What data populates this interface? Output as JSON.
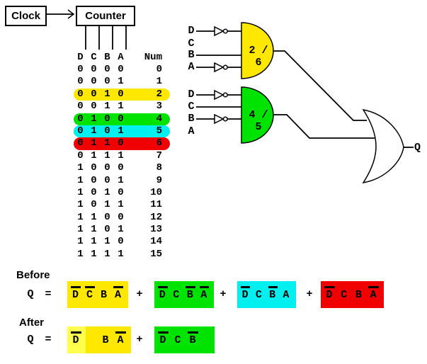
{
  "colors": {
    "yellow": "#FFE800",
    "yellow_light": "#FFFF4D",
    "green": "#00E300",
    "cyan": "#00F0F0",
    "red": "#F00000",
    "line": "#000000",
    "background": "#FFFFFF"
  },
  "clock_label": "Clock",
  "counter_label": "Counter",
  "truth_table": {
    "headers": [
      "D",
      "C",
      "B",
      "A",
      "Num"
    ],
    "rows": [
      {
        "bits": [
          "0",
          "0",
          "0",
          "0"
        ],
        "num": "0",
        "highlight": ""
      },
      {
        "bits": [
          "0",
          "0",
          "0",
          "1"
        ],
        "num": "1",
        "highlight": ""
      },
      {
        "bits": [
          "0",
          "0",
          "1",
          "0"
        ],
        "num": "2",
        "highlight": "yellow"
      },
      {
        "bits": [
          "0",
          "0",
          "1",
          "1"
        ],
        "num": "3",
        "highlight": ""
      },
      {
        "bits": [
          "0",
          "1",
          "0",
          "0"
        ],
        "num": "4",
        "highlight": "green"
      },
      {
        "bits": [
          "0",
          "1",
          "0",
          "1"
        ],
        "num": "5",
        "highlight": "cyan"
      },
      {
        "bits": [
          "0",
          "1",
          "1",
          "0"
        ],
        "num": "6",
        "highlight": "red"
      },
      {
        "bits": [
          "0",
          "1",
          "1",
          "1"
        ],
        "num": "7",
        "highlight": ""
      },
      {
        "bits": [
          "1",
          "0",
          "0",
          "0"
        ],
        "num": "8",
        "highlight": ""
      },
      {
        "bits": [
          "1",
          "0",
          "0",
          "1"
        ],
        "num": "9",
        "highlight": ""
      },
      {
        "bits": [
          "1",
          "0",
          "1",
          "0"
        ],
        "num": "10",
        "highlight": ""
      },
      {
        "bits": [
          "1",
          "0",
          "1",
          "1"
        ],
        "num": "11",
        "highlight": ""
      },
      {
        "bits": [
          "1",
          "1",
          "0",
          "0"
        ],
        "num": "12",
        "highlight": ""
      },
      {
        "bits": [
          "1",
          "1",
          "0",
          "1"
        ],
        "num": "13",
        "highlight": ""
      },
      {
        "bits": [
          "1",
          "1",
          "1",
          "0"
        ],
        "num": "14",
        "highlight": ""
      },
      {
        "bits": [
          "1",
          "1",
          "1",
          "1"
        ],
        "num": "15",
        "highlight": ""
      }
    ]
  },
  "gates": [
    {
      "label": "2 / 6",
      "color": "yellow",
      "inputs": [
        {
          "name": "D",
          "inverted": true,
          "connected": true
        },
        {
          "name": "C",
          "inverted": false,
          "connected": false
        },
        {
          "name": "B",
          "inverted": false,
          "connected": true
        },
        {
          "name": "A",
          "inverted": true,
          "connected": true
        }
      ]
    },
    {
      "label": "4 / 5",
      "color": "green",
      "inputs": [
        {
          "name": "D",
          "inverted": true,
          "connected": true
        },
        {
          "name": "C",
          "inverted": false,
          "connected": true
        },
        {
          "name": "B",
          "inverted": true,
          "connected": true
        },
        {
          "name": "A",
          "inverted": false,
          "connected": false
        }
      ]
    }
  ],
  "or_gate": {
    "output_label": "Q"
  },
  "expressions": {
    "before": {
      "label": "Before",
      "lhs": "Q",
      "eq": "=",
      "plus": "+",
      "terms": [
        {
          "color": "yellow",
          "tokens": [
            {
              "t": "D",
              "ov": true
            },
            {
              "t": "C",
              "ov": true
            },
            {
              "t": "B",
              "ov": false
            },
            {
              "t": "A",
              "ov": true
            }
          ]
        },
        {
          "color": "green",
          "tokens": [
            {
              "t": "D",
              "ov": true
            },
            {
              "t": "C",
              "ov": false
            },
            {
              "t": "B",
              "ov": true
            },
            {
              "t": "A",
              "ov": true
            }
          ]
        },
        {
          "color": "cyan",
          "tokens": [
            {
              "t": "D",
              "ov": true
            },
            {
              "t": "C",
              "ov": false
            },
            {
              "t": "B",
              "ov": true
            },
            {
              "t": "A",
              "ov": false
            }
          ]
        },
        {
          "color": "red",
          "tokens": [
            {
              "t": "D",
              "ov": true
            },
            {
              "t": "C",
              "ov": false
            },
            {
              "t": "B",
              "ov": false
            },
            {
              "t": "A",
              "ov": true
            }
          ]
        }
      ]
    },
    "after": {
      "label": "After",
      "lhs": "Q",
      "eq": "=",
      "plus": "+",
      "terms": [
        {
          "color": "yellow",
          "accent": "yellow_light",
          "tokens": [
            {
              "t": "D",
              "ov": true
            },
            {
              "t": "",
              "ov": false
            },
            {
              "t": "B",
              "ov": false
            },
            {
              "t": "A",
              "ov": true
            }
          ]
        },
        {
          "color": "green",
          "tokens": [
            {
              "t": "D",
              "ov": true
            },
            {
              "t": "C",
              "ov": false
            },
            {
              "t": "B",
              "ov": true
            }
          ]
        }
      ]
    }
  }
}
